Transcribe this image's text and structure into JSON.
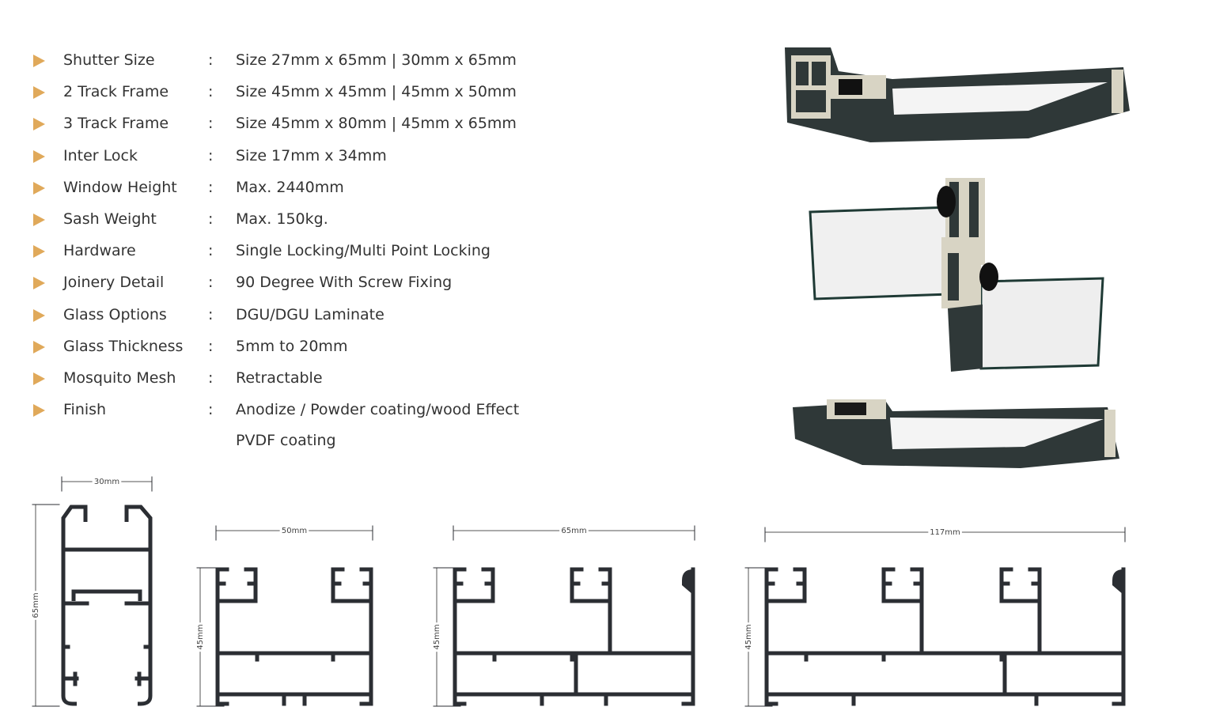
{
  "colors": {
    "accent": "#e0a95a",
    "profile": "#2b2e33",
    "frame": "#2f3838"
  },
  "specs": [
    {
      "label": "Shutter Size",
      "value": "Size 27mm x 65mm | 30mm x 65mm"
    },
    {
      "label": "2 Track Frame",
      "value": "Size 45mm x 45mm | 45mm x 50mm"
    },
    {
      "label": "3 Track Frame",
      "value": "Size 45mm x 80mm | 45mm x 65mm"
    },
    {
      "label": "Inter Lock",
      "value": "Size 17mm x 34mm"
    },
    {
      "label": "Window Height",
      "value": "Max. 2440mm"
    },
    {
      "label": "Sash Weight",
      "value": "Max. 150kg."
    },
    {
      "label": "Hardware",
      "value": "Single Locking/Multi Point Locking"
    },
    {
      "label": "Joinery Detail",
      "value": "90 Degree With Screw Fixing"
    },
    {
      "label": "Glass Options",
      "value": "DGU/DGU Laminate"
    },
    {
      "label": "Glass Thickness",
      "value": "5mm to 20mm"
    },
    {
      "label": "Mosquito Mesh",
      "value": "Retractable"
    },
    {
      "label": "Finish",
      "value": "Anodize / Powder coating/wood Effect"
    }
  ],
  "finish_extra": "PVDF coating",
  "separator": ":",
  "drawings": [
    {
      "name": "shutter",
      "width": "30mm",
      "height": "65mm"
    },
    {
      "name": "2-track",
      "width": "50mm",
      "height": "45mm"
    },
    {
      "name": "3-track",
      "width": "65mm",
      "height": "45mm"
    },
    {
      "name": "4-track",
      "width": "117mm",
      "height": "45mm"
    }
  ]
}
